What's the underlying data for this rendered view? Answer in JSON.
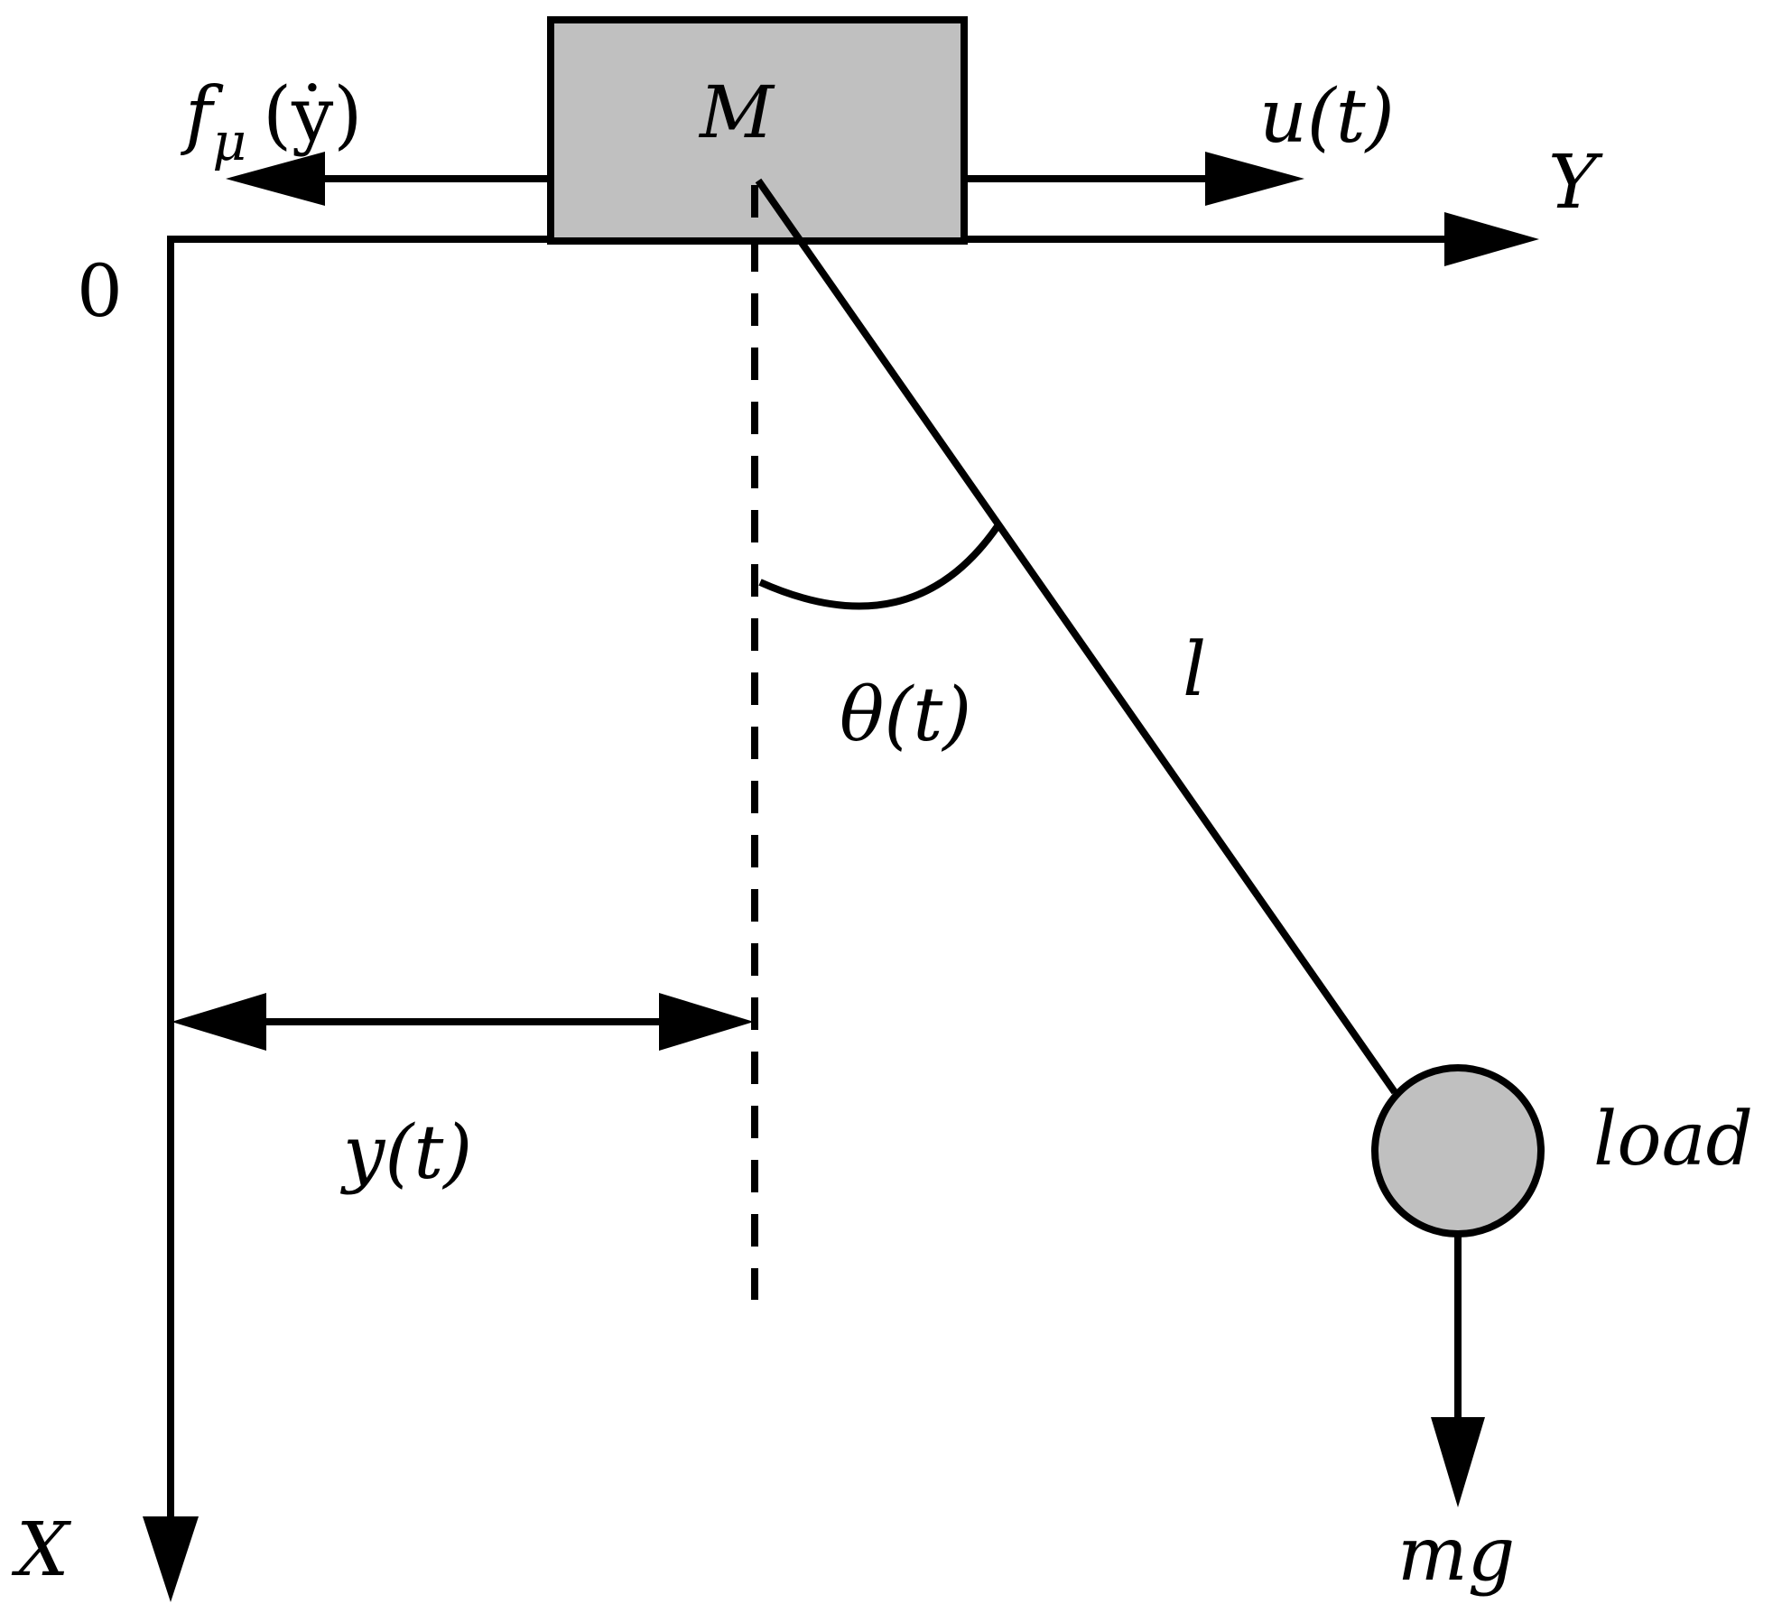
{
  "labels": {
    "friction": "f",
    "friction_sub": "μ",
    "friction_arg": "(ẏ)",
    "mass": "M",
    "input": "u(t)",
    "y_axis": "Y",
    "x_axis": "X",
    "origin": "0",
    "angle": "θ(t)",
    "length": "l",
    "displacement": "y(t)",
    "load": "load",
    "weight": "mg"
  },
  "colors": {
    "cart_fill": "#c0c0c0",
    "load_fill": "#c0c0c0",
    "stroke": "#000000"
  }
}
